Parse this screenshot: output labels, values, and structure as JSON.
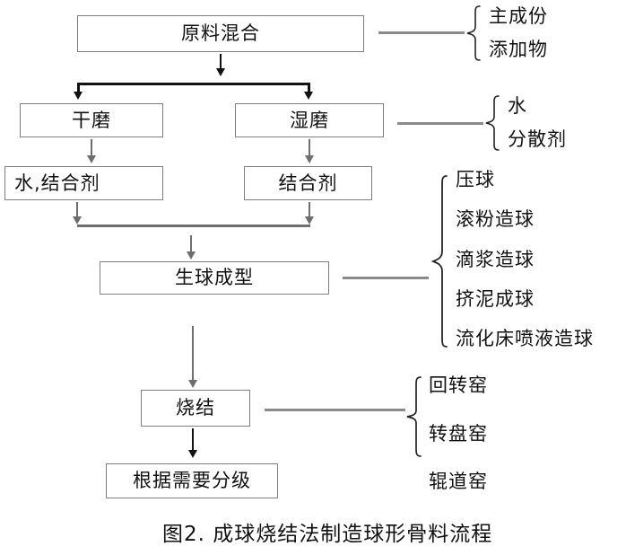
{
  "figure": {
    "caption": "图2. 成球烧结法制造球形骨料流程"
  },
  "nodes": {
    "mixing": "原料混合",
    "dry_mill": "干磨",
    "wet_mill": "湿磨",
    "water_binder": "水,结合剂",
    "binder": "结合剂",
    "green_pellet": "生球成型",
    "sintering": "烧结",
    "grading": "根据需要分级"
  },
  "annotations": {
    "mixing": {
      "items": [
        "主成份",
        "添加物"
      ]
    },
    "milling": {
      "items": [
        "水",
        "分散剂"
      ]
    },
    "pelletizing": {
      "items": [
        "压球",
        "滚粉造球",
        "滴浆造球",
        "挤泥成球",
        "流化床喷液造球"
      ]
    },
    "kiln": {
      "items": [
        "回转窑",
        "转盘窑",
        "辊道窑"
      ]
    }
  }
}
